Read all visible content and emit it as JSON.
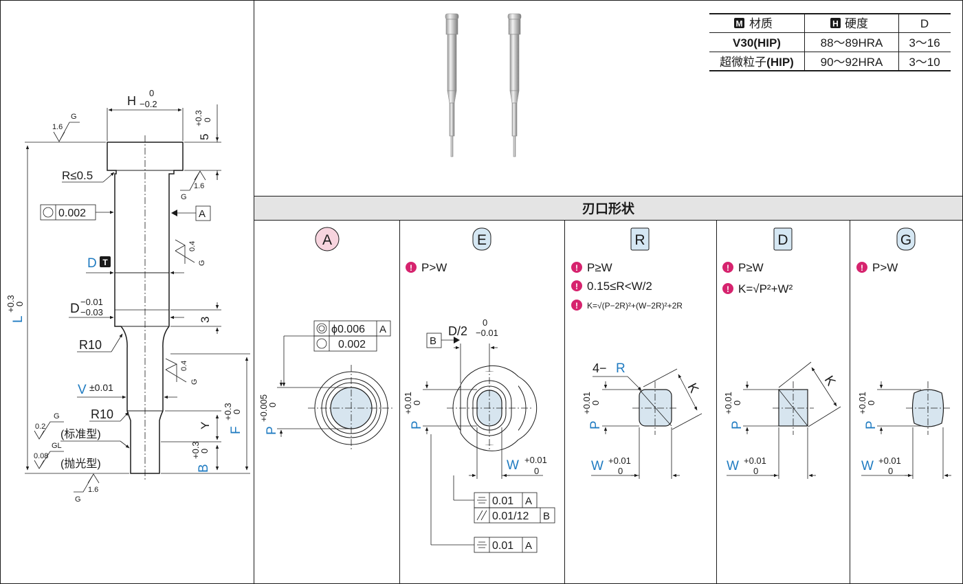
{
  "table": {
    "headers": {
      "material": "材质",
      "material_badge": "M",
      "hardness": "硬度",
      "hardness_badge": "H",
      "d": "D"
    },
    "rows": [
      {
        "material": "V30",
        "material_suffix": "(HIP)",
        "hardness": "88～89HRA",
        "d": "3～16"
      },
      {
        "material": "超微粒子",
        "material_suffix": "(HIP)",
        "hardness": "90～92HRA",
        "d": "3～10"
      }
    ]
  },
  "section_title": "刃口形状",
  "shapes": [
    {
      "code": "A",
      "badge_color": "#f7d4de",
      "notes": []
    },
    {
      "code": "E",
      "badge_color": "#d5e7f3",
      "notes": [
        "P>W"
      ]
    },
    {
      "code": "R",
      "badge_color": "#d5e7f3",
      "notes": [
        "P≥W",
        "0.15≤R<W/2",
        "K=√(P−2R)²+(W−2R)²+2R"
      ]
    },
    {
      "code": "D",
      "badge_color": "#d5e7f3",
      "notes": [
        "P≥W",
        "K=√P²+W²"
      ]
    },
    {
      "code": "G",
      "badge_color": "#d5e7f3",
      "notes": [
        "P>W"
      ]
    }
  ],
  "punch_drawing": {
    "h": "H",
    "h_tol_upper": "0",
    "h_tol_lower": "−0.2",
    "head_len": "5",
    "head_tol_upper": "+0.3",
    "head_tol_lower": "0",
    "roughness_head": "1.6",
    "g": "G",
    "roughness_side": "1.6",
    "radius_head": "R≤0.5",
    "circularity": "0.002",
    "datum_a": "A",
    "d_label": "D",
    "d_badge": "T",
    "roughness_shank": "0.4",
    "d_tol_upper": "−0.01",
    "d_tol_lower": "−0.03",
    "three": "3",
    "r10_upper": "R10",
    "r10_lower": "R10",
    "v_label": "V",
    "v_tol": "±0.01",
    "roughness_neck": "0.4",
    "roughness_std": "0.2",
    "std_label": "(标准型)",
    "roughness_polish": "0.08",
    "polish_label": "(抛光型)",
    "gl": "GL",
    "y": "Y",
    "f": "F",
    "f_tol_upper": "+0.3",
    "f_tol_lower": "0",
    "b": "B",
    "b_tol_upper": "+0.3",
    "b_tol_lower": "0",
    "l": "L",
    "l_tol_upper": "+0.3",
    "l_tol_lower": "0",
    "roughness_tip": "1.6"
  },
  "shape_drawings": {
    "a": {
      "concentricity": "ϕ0.006",
      "datum": "A",
      "circularity": "0.002",
      "p": "P",
      "p_tol_upper": "+0.005",
      "p_tol_lower": "0"
    },
    "e": {
      "d2": "D/2",
      "d2_tol_upper": "0",
      "d2_tol_lower": "−0.01",
      "datum_b": "B",
      "p": "P",
      "p_tol_upper": "+0.01",
      "p_tol_lower": "0",
      "w": "W",
      "w_tol_upper": "+0.01",
      "w_tol_lower": "0",
      "sym1": "0.01",
      "sym1_datum": "A",
      "par": "0.01/12",
      "par_datum": "B",
      "sym2": "0.01",
      "sym2_datum": "A"
    },
    "r": {
      "radius_count": "4−",
      "radius": "R",
      "k": "K",
      "p": "P",
      "p_tol_upper": "+0.01",
      "p_tol_lower": "0",
      "w": "W",
      "w_tol_upper": "+0.01",
      "w_tol_lower": "0"
    },
    "d": {
      "k": "K",
      "p": "P",
      "p_tol_upper": "+0.01",
      "p_tol_lower": "0",
      "w": "W",
      "w_tol_upper": "+0.01",
      "w_tol_lower": "0"
    },
    "g": {
      "p": "P",
      "p_tol_upper": "+0.01",
      "p_tol_lower": "0",
      "w": "W",
      "w_tol_upper": "+0.01",
      "w_tol_lower": "0"
    }
  }
}
